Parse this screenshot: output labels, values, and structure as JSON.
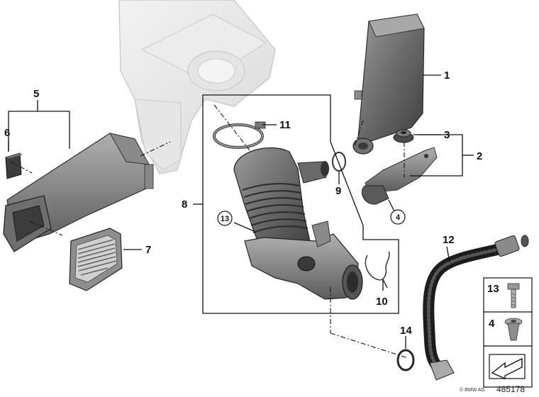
{
  "callouts": {
    "c1": "1",
    "c2": "2",
    "c3": "3",
    "c4": "4",
    "c5": "5",
    "c6": "6",
    "c7": "7",
    "c8": "8",
    "c9": "9",
    "c10": "10",
    "c11": "11",
    "c12": "12",
    "c13": "13",
    "c14": "14"
  },
  "legend": {
    "n13": "13",
    "n4": "4"
  },
  "footer": {
    "copyright": "© BMW AG",
    "drawing_number": "485178"
  }
}
